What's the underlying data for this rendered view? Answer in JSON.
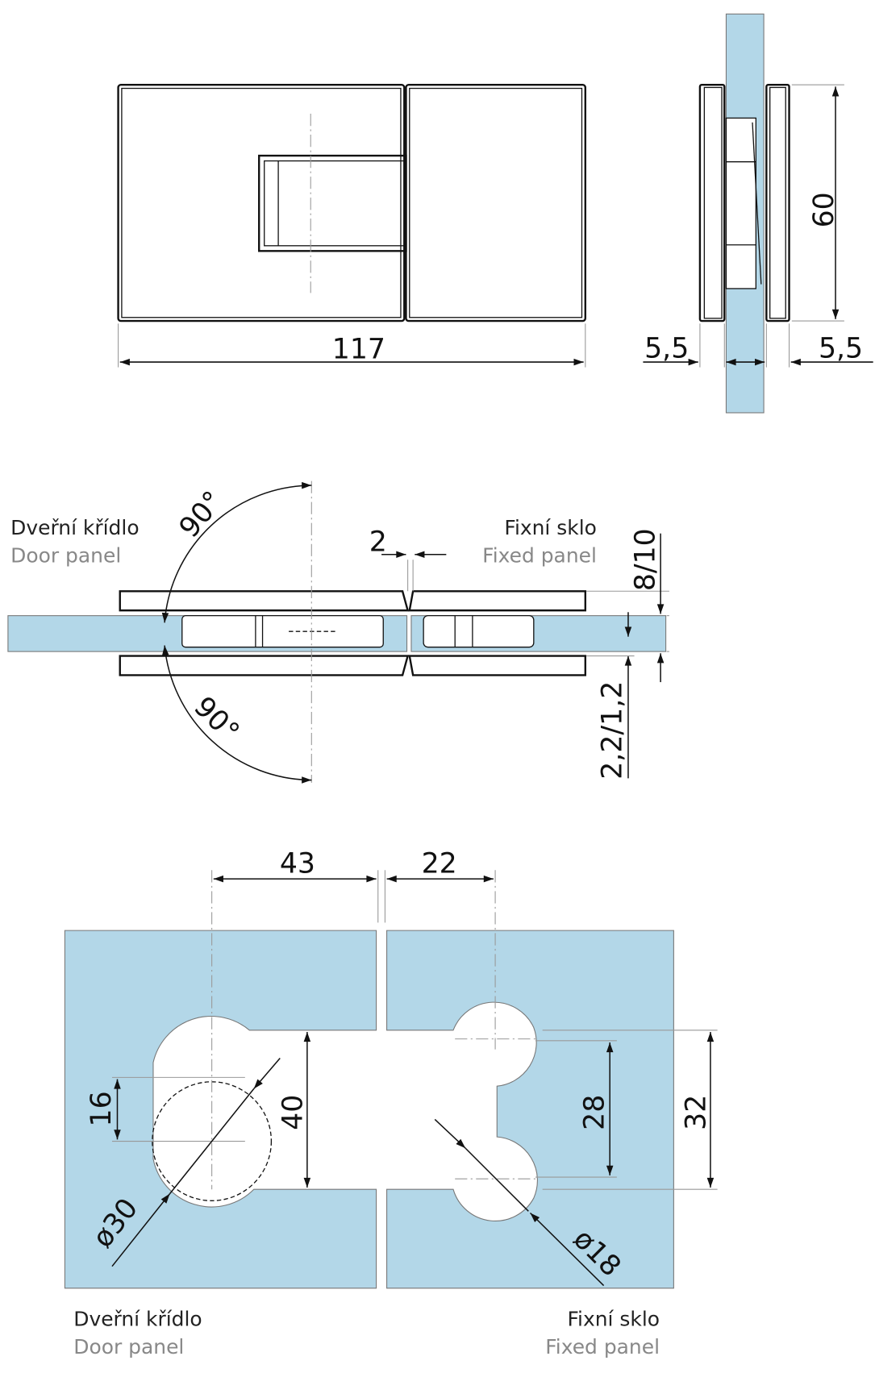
{
  "colors": {
    "glass": "#b3d7e8",
    "line": "#111111",
    "label_secondary": "#888888"
  },
  "front_view": {
    "width_dim": "117"
  },
  "side_view": {
    "height_dim": "60",
    "left_offset_dim": "5,5",
    "right_offset_dim": "5,5"
  },
  "top_view": {
    "door_label_cz": "Dveřní křídlo",
    "door_label_en": "Door panel",
    "fixed_label_cz": "Fixní sklo",
    "fixed_label_en": "Fixed panel",
    "angle_top": "90°",
    "angle_bottom": "90°",
    "gap_dim": "2",
    "glass_thickness_dim": "8/10",
    "gasket_dim": "2,2/1,2"
  },
  "cutout_view": {
    "door_dim_43": "43",
    "fixed_dim_22": "22",
    "dim_16": "16",
    "dim_40": "40",
    "dim_28": "28",
    "dim_32": "32",
    "hole_door": "ø30",
    "hole_fixed": "ø18",
    "door_label_cz": "Dveřní křídlo",
    "door_label_en": "Door panel",
    "fixed_label_cz": "Fixní sklo",
    "fixed_label_en": "Fixed panel"
  }
}
